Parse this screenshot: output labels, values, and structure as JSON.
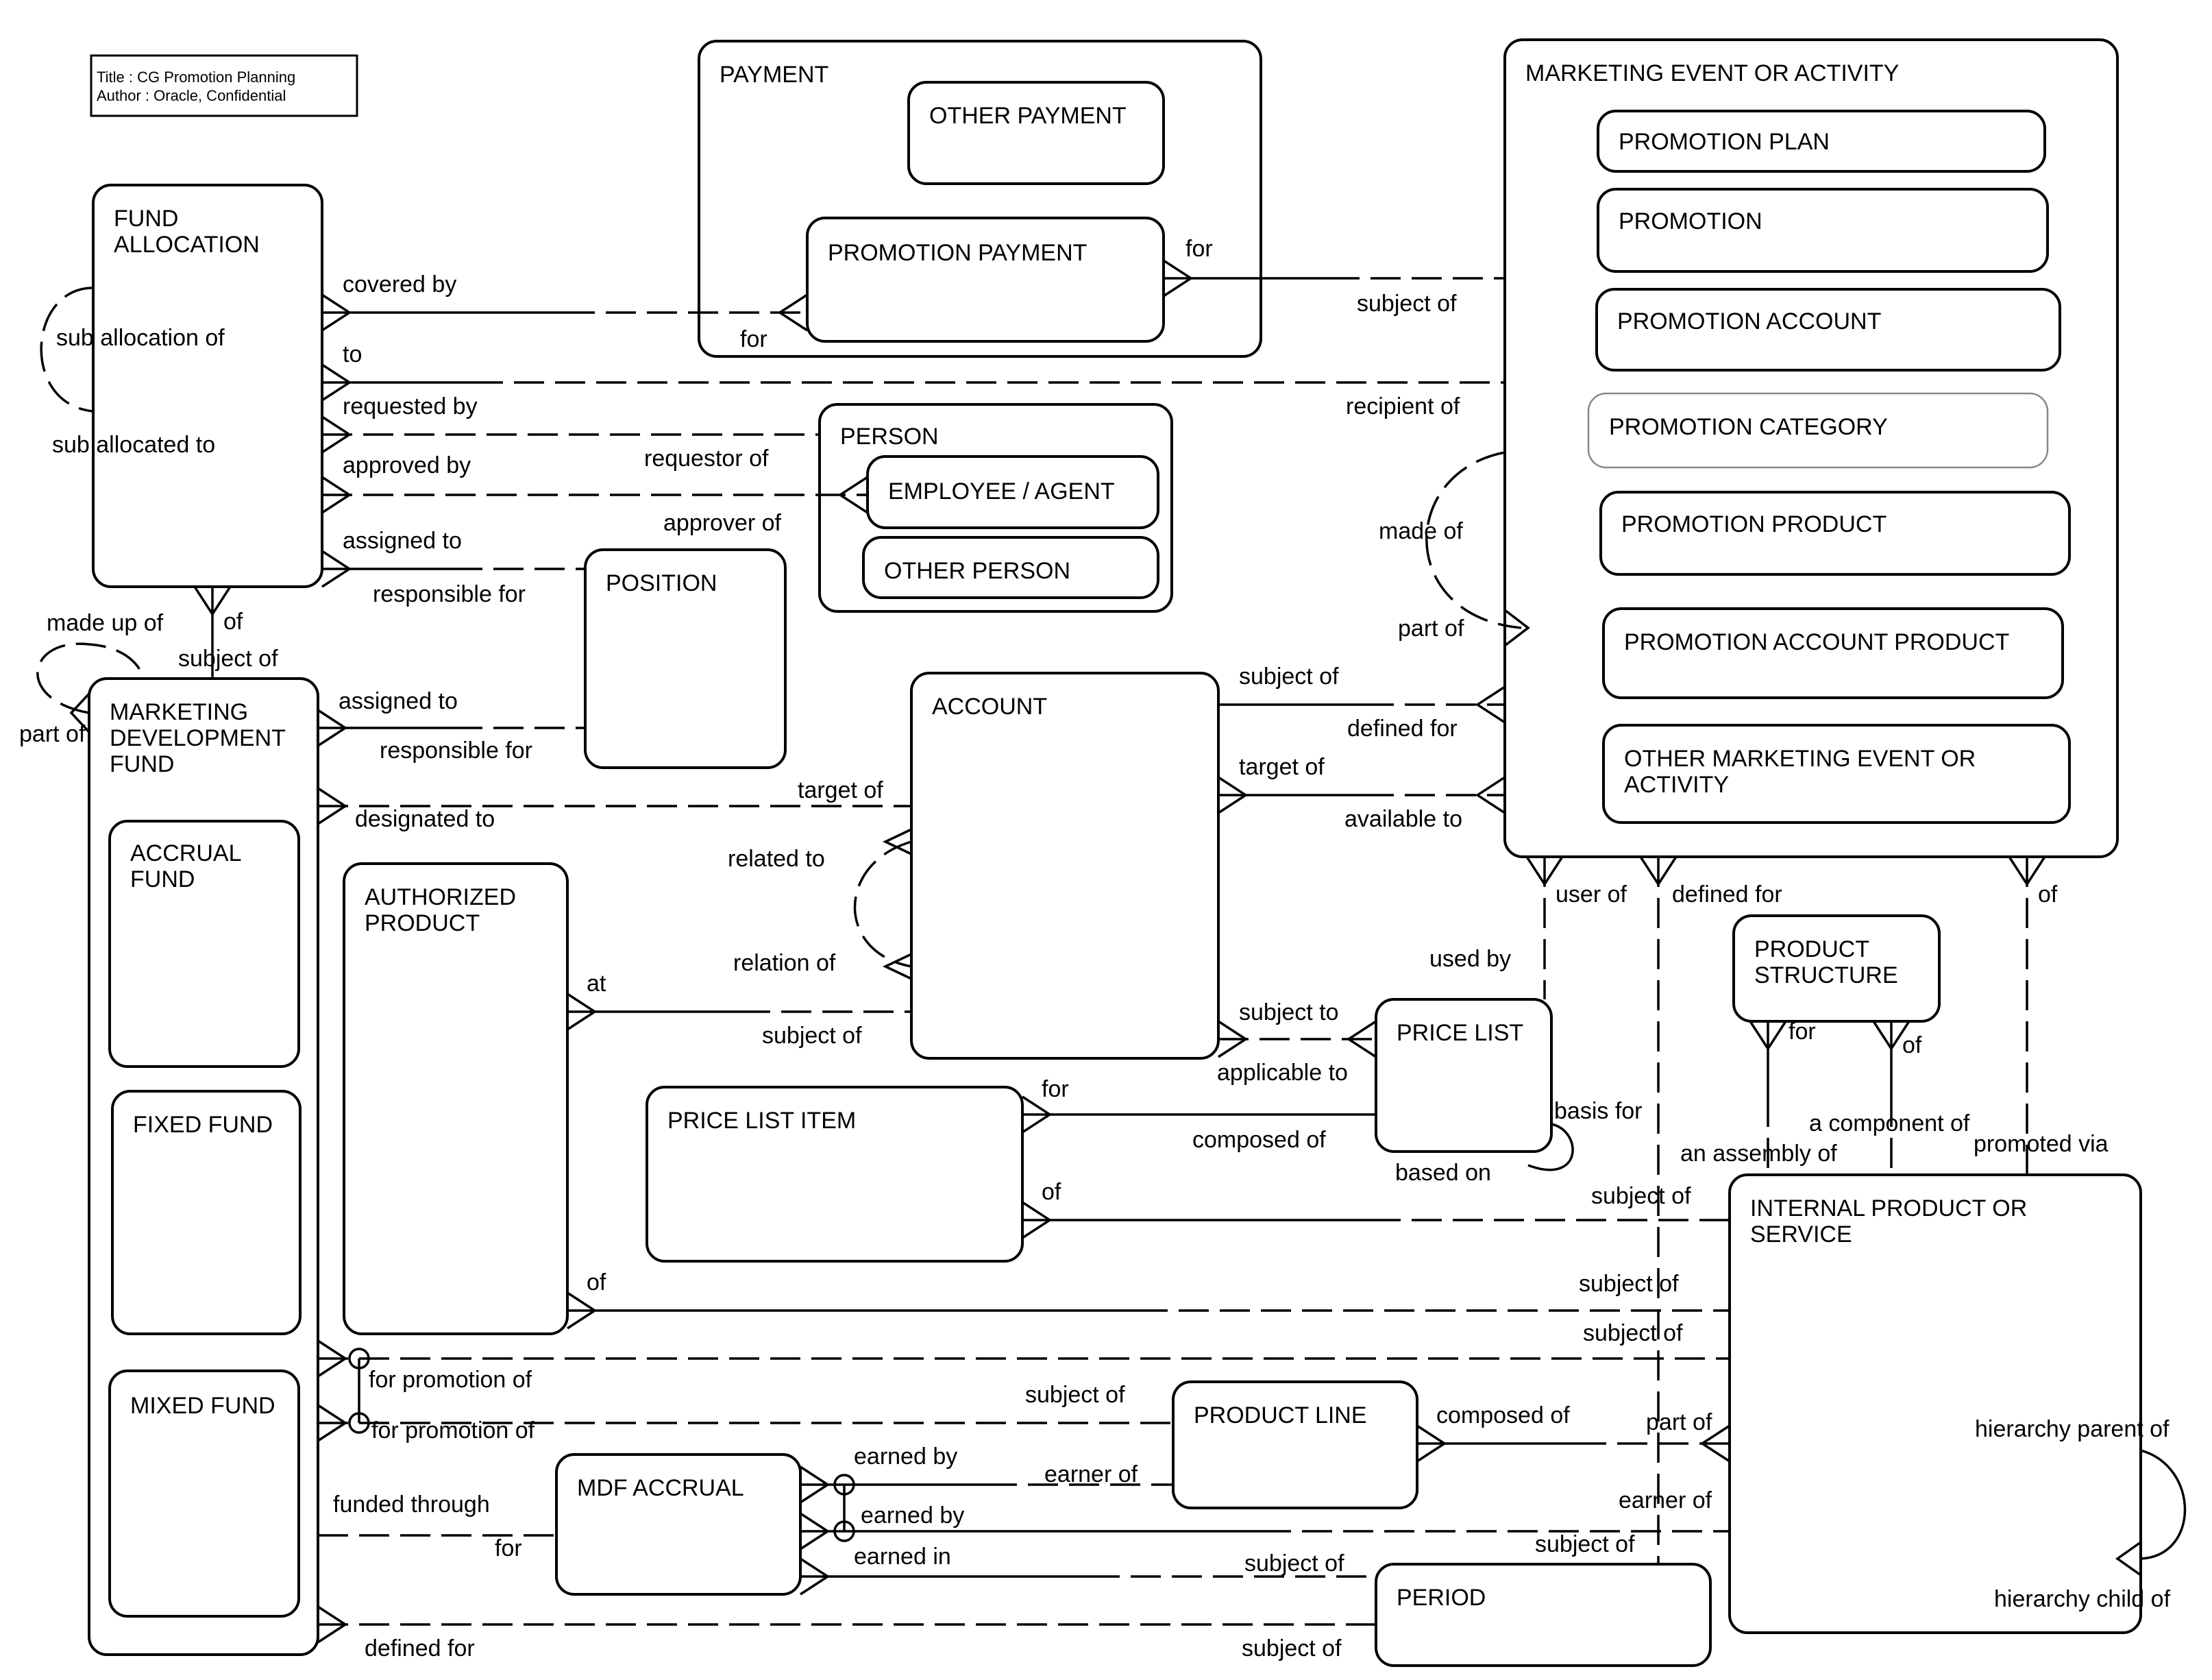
{
  "title_box": {
    "title": "Title : CG Promotion Planning",
    "author": "Author : Oracle, Confidential"
  },
  "entities": {
    "payment": "PAYMENT",
    "other_payment": "OTHER PAYMENT",
    "promotion_payment": "PROMOTION PAYMENT",
    "marketing_event": "MARKETING EVENT OR ACTIVITY",
    "promotion_plan": "PROMOTION PLAN",
    "promotion": "PROMOTION",
    "promotion_account": "PROMOTION ACCOUNT",
    "promotion_category": "PROMOTION CATEGORY",
    "promotion_product": "PROMOTION PRODUCT",
    "promotion_account_product": "PROMOTION ACCOUNT PRODUCT",
    "other_marketing_l1": "OTHER MARKETING EVENT OR",
    "other_marketing_l2": "ACTIVITY",
    "fund_allocation_l1": "FUND",
    "fund_allocation_l2": "ALLOCATION",
    "person": "PERSON",
    "employee_agent": "EMPLOYEE / AGENT",
    "other_person": "OTHER PERSON",
    "position": "POSITION",
    "mdf_l1": "MARKETING",
    "mdf_l2": "DEVELOPMENT",
    "mdf_l3": "FUND",
    "accrual_fund_l1": "ACCRUAL",
    "accrual_fund_l2": "FUND",
    "fixed_fund": "FIXED FUND",
    "mixed_fund": "MIXED FUND",
    "account": "ACCOUNT",
    "authorized_product_l1": "AUTHORIZED",
    "authorized_product_l2": "PRODUCT",
    "price_list": "PRICE LIST",
    "price_list_item": "PRICE LIST ITEM",
    "product_structure_l1": "PRODUCT",
    "product_structure_l2": "STRUCTURE",
    "internal_product_l1": "INTERNAL PRODUCT OR",
    "internal_product_l2": "SERVICE",
    "product_line": "PRODUCT LINE",
    "mdf_accrual": "MDF ACCRUAL",
    "period": "PERIOD"
  },
  "relationship_labels": {
    "covered_by": "covered by",
    "for_pp_fund": "for",
    "to": "to",
    "sub_allocation_of": "sub allocation of",
    "sub_allocated_to": "sub allocated to",
    "requested_by": "requested by",
    "requestor_of": "requestor of",
    "approved_by": "approved by",
    "approver_of": "approver of",
    "assigned_to_fa": "assigned to",
    "responsible_for_fa": "responsible for",
    "made_up_of": "made up of",
    "of_fa": "of",
    "subject_of_mdf": "subject of",
    "part_of_mdf": "part of",
    "assigned_to_mdf": "assigned to",
    "responsible_for_mdf": "responsible for",
    "designated_to": "designated to",
    "target_of_acc": "target of",
    "for_pp_event": "for",
    "subject_of_pp": "subject of",
    "recipient_of": "recipient of",
    "made_of": "made of",
    "part_of_event": "part of",
    "subject_of_acc": "subject of",
    "defined_for_acc": "defined for",
    "target_of_event": "target of",
    "available_to": "available to",
    "related_to": "related to",
    "relation_of": "relation of",
    "at": "at",
    "subject_of_ap": "subject of",
    "subject_to": "subject to",
    "applicable_to": "applicable to",
    "user_of": "user of",
    "used_by": "used by",
    "defined_for_event": "defined for",
    "of_event": "of",
    "for_pli": "for",
    "composed_of_pl": "composed of",
    "basis_for": "basis for",
    "based_on": "based on",
    "for_ps": "for",
    "of_ps": "of",
    "an_assembly_of": "an assembly of",
    "a_component_of": "a component of",
    "promoted_via": "promoted via",
    "of_pli": "of",
    "subject_of_pli": "subject of",
    "of_ap": "of",
    "subject_of_ap_ip": "subject of",
    "subject_of_promo": "subject of",
    "for_promotion_of_1": "for promotion of",
    "for_promotion_of_2": "for promotion of",
    "subject_of_pline": "subject of",
    "composed_of_pline": "composed of",
    "part_of_pline": "part of",
    "hierarchy_parent_of": "hierarchy parent of",
    "hierarchy_child_of": "hierarchy child of",
    "earned_by_1": "earned by",
    "earner_of_1": "earner of",
    "earned_by_2": "earned by",
    "earner_of_2": "earner of",
    "earned_in": "earned in",
    "subject_of_period_1": "subject of",
    "subject_of_period_2": "subject of",
    "funded_through": "funded through",
    "for_mdfa": "for",
    "defined_for_period": "defined for",
    "subject_of_period_3": "subject of"
  }
}
